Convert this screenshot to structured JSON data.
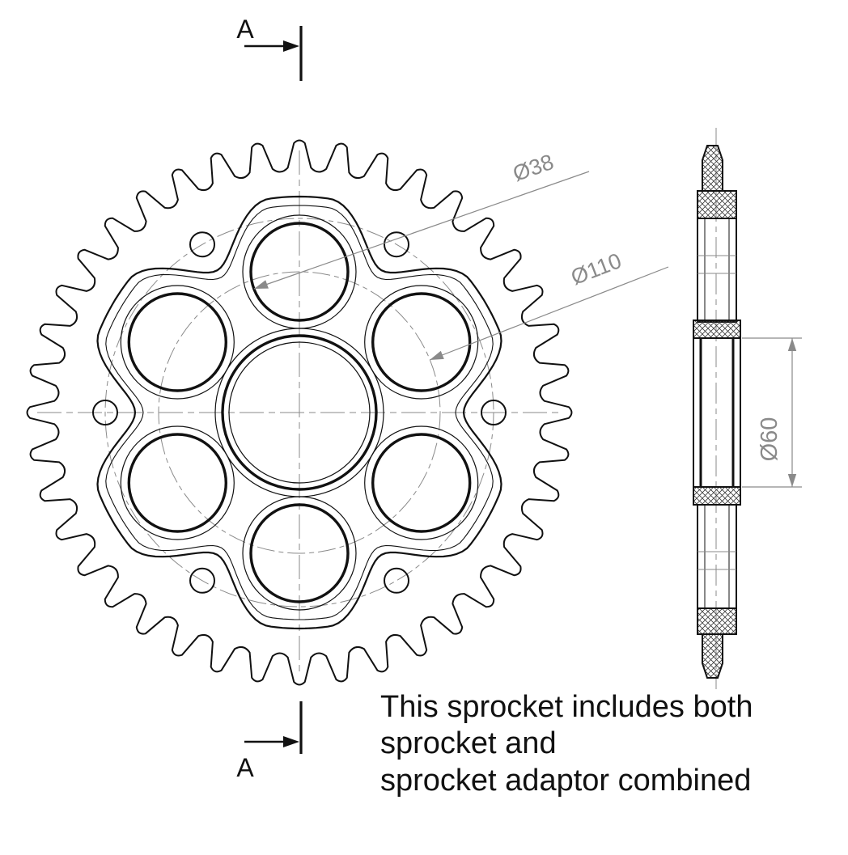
{
  "drawing": {
    "section_marker": {
      "top_label": "A",
      "bottom_label": "A"
    },
    "dimensions": {
      "hole_diameter_label": "Ø38",
      "bolt_circle_diameter_label": "Ø110",
      "bore_diameter_label": "Ø60",
      "hole_diameter_mm": 38,
      "bolt_circle_diameter_mm": 110,
      "bore_diameter_mm": 60
    },
    "caption": {
      "line1": "This sprocket includes both",
      "line2": "sprocket and",
      "line3": "sprocket adaptor combined"
    },
    "colors": {
      "line": "#111111",
      "dimension": "#8a8a8a",
      "background": "#ffffff"
    }
  }
}
